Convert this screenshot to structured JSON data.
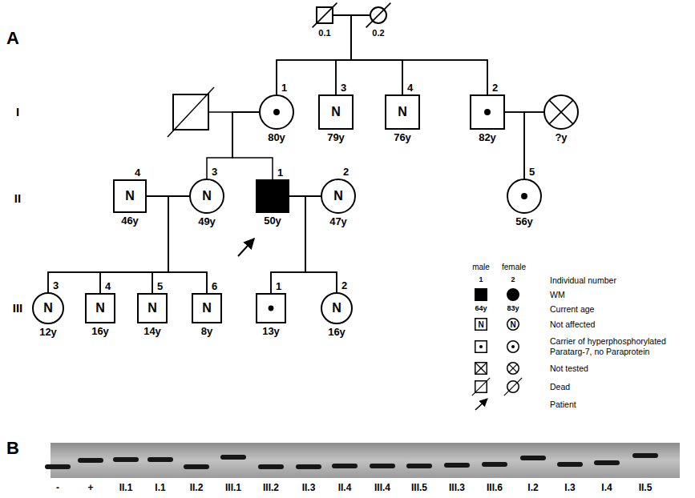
{
  "diagram": {
    "nodes": [
      {
        "text": [
          "0.1"
        ]
      },
      {
        "text": [
          "0.2"
        ]
      },
      {
        "text": [
          "1",
          "80y"
        ]
      },
      {
        "text": [
          "3",
          "N",
          "79y"
        ]
      },
      {
        "text": [
          "4",
          "N",
          "76y"
        ]
      },
      {
        "text": [
          "2",
          "82y"
        ]
      },
      {
        "text": [
          "?y"
        ]
      },
      {
        "text": [
          "4",
          "N",
          "46y"
        ]
      },
      {
        "text": [
          "3",
          "N",
          "49y"
        ]
      },
      {
        "text": [
          "1",
          "50y"
        ]
      },
      {
        "text": [
          "2",
          "N",
          "47y"
        ]
      },
      {
        "text": [
          "5",
          "56y"
        ]
      },
      {
        "text": [
          "3",
          "N",
          "12y"
        ]
      },
      {
        "text": [
          "4",
          "N",
          "16y"
        ]
      },
      {
        "text": [
          "5",
          "N",
          "14y"
        ]
      },
      {
        "text": [
          "6",
          "N",
          "8y"
        ]
      },
      {
        "text": [
          "1",
          "13y"
        ]
      },
      {
        "text": [
          "2",
          "N",
          "16y"
        ]
      },
      {
        "text": [
          "N"
        ]
      },
      {
        "text": [
          "N"
        ]
      }
    ],
    "edges": [
      {
        "from": 0,
        "to": 1,
        "arrow": "none"
      },
      {
        "from": 0,
        "to": 2,
        "arrow": "none"
      },
      {
        "from": 0,
        "to": 3,
        "arrow": "none"
      },
      {
        "from": 0,
        "to": 4,
        "arrow": "none"
      },
      {
        "from": 0,
        "to": 5,
        "arrow": "none"
      },
      {
        "from": 1,
        "to": 2,
        "arrow": "none"
      },
      {
        "from": 1,
        "to": 3,
        "arrow": "none"
      },
      {
        "from": 1,
        "to": 4,
        "arrow": "none"
      },
      {
        "from": 1,
        "to": 5,
        "arrow": "none"
      },
      {
        "from": 5,
        "to": 6,
        "arrow": "none"
      },
      {
        "from": 2,
        "to": 8,
        "arrow": "none"
      },
      {
        "from": 2,
        "to": 9,
        "arrow": "none"
      },
      {
        "from": 5,
        "to": 11,
        "arrow": "none"
      },
      {
        "from": 6,
        "to": 11,
        "arrow": "none"
      },
      {
        "from": 7,
        "to": 8,
        "arrow": "none"
      },
      {
        "from": 9,
        "to": 10,
        "arrow": "none"
      },
      {
        "from": 7,
        "to": 12,
        "arrow": "none"
      },
      {
        "from": 7,
        "to": 13,
        "arrow": "none"
      },
      {
        "from": 7,
        "to": 14,
        "arrow": "none"
      },
      {
        "from": 7,
        "to": 15,
        "arrow": "none"
      },
      {
        "from": 8,
        "to": 12,
        "arrow": "none"
      },
      {
        "from": 8,
        "to": 13,
        "arrow": "none"
      },
      {
        "from": 8,
        "to": 14,
        "arrow": "none"
      },
      {
        "from": 8,
        "to": 15,
        "arrow": "none"
      },
      {
        "from": 9,
        "to": 16,
        "arrow": "none"
      },
      {
        "from": 9,
        "to": 17,
        "arrow": "none"
      },
      {
        "from": 10,
        "to": 16,
        "arrow": "none"
      },
      {
        "from": 10,
        "to": 17,
        "arrow": "none"
      }
    ],
    "labels": [
      "A",
      "I",
      "II",
      "III",
      "male",
      "female",
      "1",
      "2",
      "64y",
      "83y",
      "B",
      "-",
      "+",
      "II.1",
      "I.1",
      "II.2",
      "III.1",
      "III.2",
      "II.3",
      "II.4",
      "III.4",
      "III.5",
      "III.3",
      "III.6",
      "I.2",
      "I.3",
      "I.4",
      "II.5"
    ],
    "legend": [
      {
        "text": "Individual number"
      },
      {
        "text": "WM"
      },
      {
        "text": "Current age"
      },
      {
        "text": "Not affected"
      },
      {
        "text": "Carrier of hyperphosphorylated Paratarg-7, no Paraprotein"
      },
      {
        "text": "Not tested"
      },
      {
        "text": "Dead"
      },
      {
        "text": "Patient"
      }
    ]
  }
}
